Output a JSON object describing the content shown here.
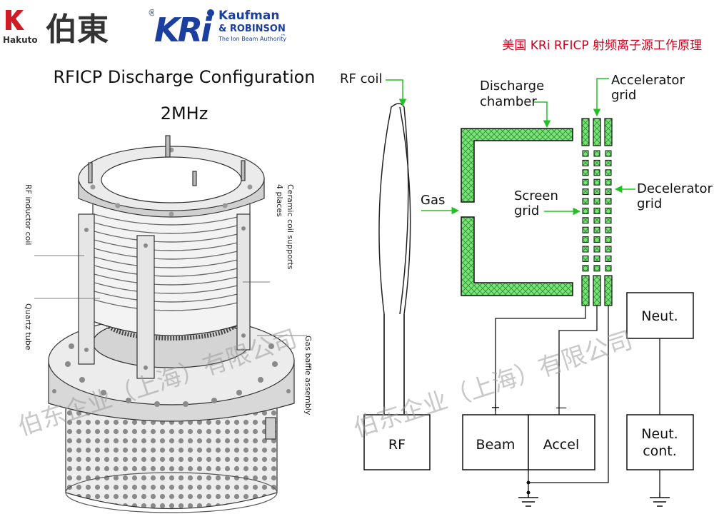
{
  "header": {
    "hakuto_brand": "Hakuto",
    "hakuto_cn": "伯東",
    "kri_registered": "®",
    "kri_letters": "KRi",
    "kri_line1": "Kaufman",
    "kri_line2": "& ROBINSON",
    "kri_tagline": "The Ion Beam Authority",
    "kri_tm": "™",
    "cn_title": "美国 KRi RFICP 射频离子源工作原理"
  },
  "left": {
    "title": "RFICP Discharge Configuration",
    "freq": "2MHz",
    "callouts": {
      "rf_inductor_coil": "RF inductor coil",
      "ceramic_supports": "Ceramic coil supports",
      "places": "4 places",
      "quartz_tube": "Quartz tube",
      "gas_baffle": "Gas baffle assembly"
    }
  },
  "diagram": {
    "rf_coil": "RF coil",
    "discharge_1": "Discharge",
    "discharge_2": "chamber",
    "accel_1": "Accelerator",
    "accel_2": "grid",
    "gas": "Gas",
    "screen_1": "Screen",
    "screen_2": "grid",
    "decel_1": "Decelerator",
    "decel_2": "grid",
    "rf_box": "RF",
    "beam_sign": "+",
    "beam_box": "Beam",
    "accel_sign": "—",
    "accel_box": "Accel",
    "neut_box": "Neut.",
    "neutc_1": "Neut.",
    "neutc_2": "cont."
  },
  "watermark": "伯东企业（上海）有限公司",
  "colors": {
    "title_red": "#d0021b",
    "arrow_green": "#22c022",
    "hatch_green": "#5cd65c",
    "kri_blue": "#1a3f9e",
    "hakuto_red": "#d01c24"
  }
}
